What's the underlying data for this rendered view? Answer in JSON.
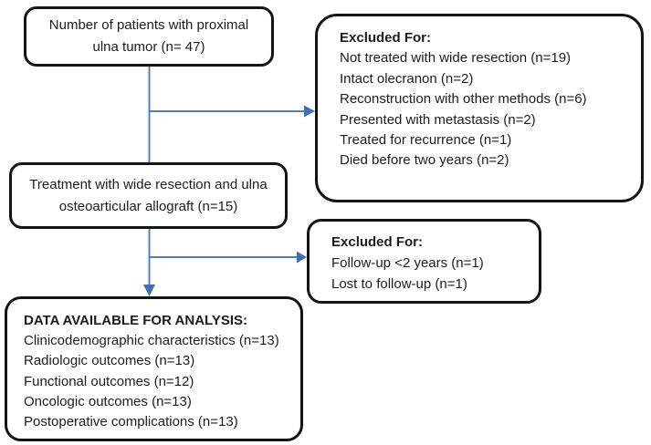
{
  "colors": {
    "box_border": "#141414",
    "connector_blue": "#4d7fbe",
    "arrowhead_blue": "#3f6fb5",
    "text": "#1c1c1c"
  },
  "boxes": {
    "patients": {
      "lines": [
        "Number of patients with proximal",
        "ulna tumor (n= 47)"
      ]
    },
    "excluded_initial": {
      "header": "Excluded For:",
      "items": [
        "Not treated with wide resection (n=19)",
        "Intact olecranon (n=2)",
        "Reconstruction with other methods (n=6)",
        "Presented with metastasis (n=2)",
        "Treated for recurrence (n=1)",
        "Died before two years (n=2)"
      ]
    },
    "treatment": {
      "lines": [
        "Treatment with wide resection and ulna",
        "osteoarticular allograft (n=15)"
      ]
    },
    "excluded_followup": {
      "header": "Excluded For:",
      "items": [
        "Follow-up <2 years (n=1)",
        "Lost to follow-up (n=1)"
      ]
    },
    "analysis": {
      "header": "DATA AVAILABLE FOR ANALYSIS:",
      "items": [
        "Clinicodemographic characteristics (n=13)",
        "Radiologic outcomes (n=13)",
        "Functional outcomes (n=12)",
        "Oncologic outcomes (n=13)",
        "Postoperative complications (n=13)"
      ]
    }
  }
}
